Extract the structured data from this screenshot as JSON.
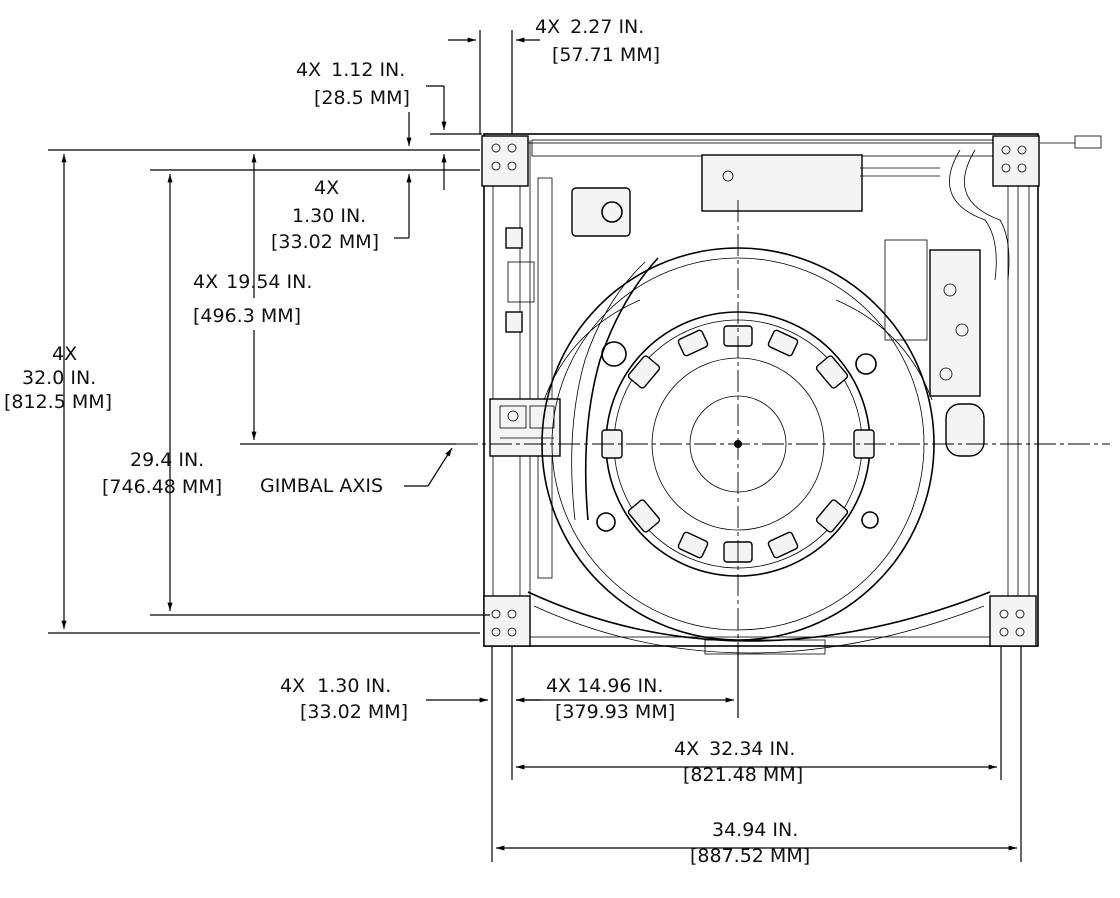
{
  "dimensions": {
    "top_offset": {
      "qty": "4X",
      "value_in": "2.27 IN.",
      "value_mm": "[57.71 MM]"
    },
    "top_height_small": {
      "qty": "4X",
      "value_in": "1.12 IN.",
      "value_mm": "[28.5 MM]"
    },
    "top_height_corner": {
      "qty": "4X",
      "value_in": "1.30 IN.",
      "value_mm": "[33.02 MM]"
    },
    "gimbal_height": {
      "qty": "4X",
      "value_in": "19.54 IN.",
      "value_mm": "[496.3 MM]"
    },
    "overall_height": {
      "qty": "4X",
      "value_in": "32.0 IN.",
      "value_mm": "[812.5 MM]"
    },
    "inner_height": {
      "value_in": "29.4 IN.",
      "value_mm": "[746.48 MM]"
    },
    "bottom_corner_width": {
      "qty": "4X",
      "value_in": "1.30 IN.",
      "value_mm": "[33.02 MM]"
    },
    "center_offset": {
      "qty": "4X",
      "value_in": "14.96 IN.",
      "value_mm": "[379.93 MM]"
    },
    "inner_width": {
      "qty": "4X",
      "value_in": "32.34 IN.",
      "value_mm": "[821.48 MM]"
    },
    "overall_width": {
      "value_in": "34.94 IN.",
      "value_mm": "[887.52 MM]"
    }
  },
  "labels": {
    "gimbal_axis": "GIMBAL AXIS"
  }
}
